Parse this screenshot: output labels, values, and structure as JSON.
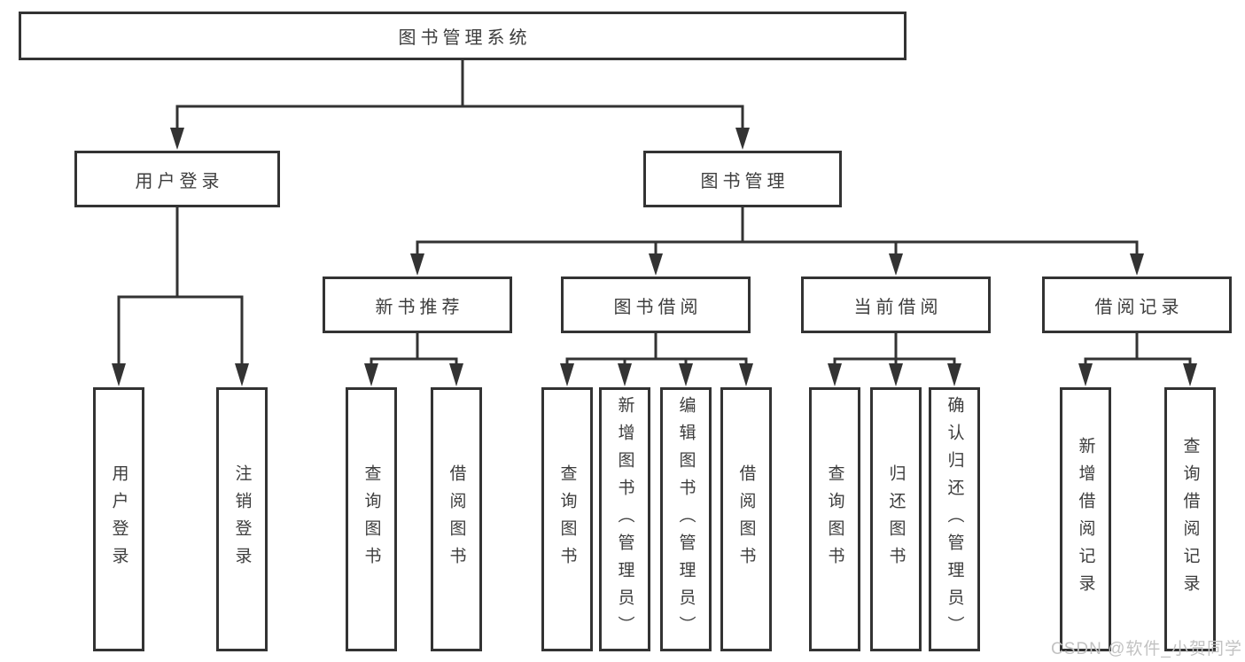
{
  "tree": {
    "root": {
      "label": "图书管理系统"
    },
    "branches": [
      {
        "label": "用户登录",
        "leaves": [
          {
            "label": "用户登录"
          },
          {
            "label": "注销登录"
          }
        ]
      },
      {
        "label": "图书管理",
        "groups": [
          {
            "label": "新书推荐",
            "leaves": [
              {
                "label": "查询图书"
              },
              {
                "label": "借阅图书"
              }
            ]
          },
          {
            "label": "图书借阅",
            "leaves": [
              {
                "label": "查询图书"
              },
              {
                "label": "新增图书（管理员）"
              },
              {
                "label": "编辑图书（管理员）"
              },
              {
                "label": "借阅图书"
              }
            ]
          },
          {
            "label": "当前借阅",
            "leaves": [
              {
                "label": "查询图书"
              },
              {
                "label": "归还图书"
              },
              {
                "label": "确认归还（管理员）"
              }
            ]
          },
          {
            "label": "借阅记录",
            "leaves": [
              {
                "label": "新增借阅记录"
              },
              {
                "label": "查询借阅记录"
              }
            ]
          }
        ]
      }
    ]
  },
  "watermark": {
    "text": "CSDN @软件_小贺同学"
  },
  "colors": {
    "line": "#333333",
    "text": "#3d3d3d",
    "watermark": "#c2c2c2",
    "background": "#ffffff"
  }
}
